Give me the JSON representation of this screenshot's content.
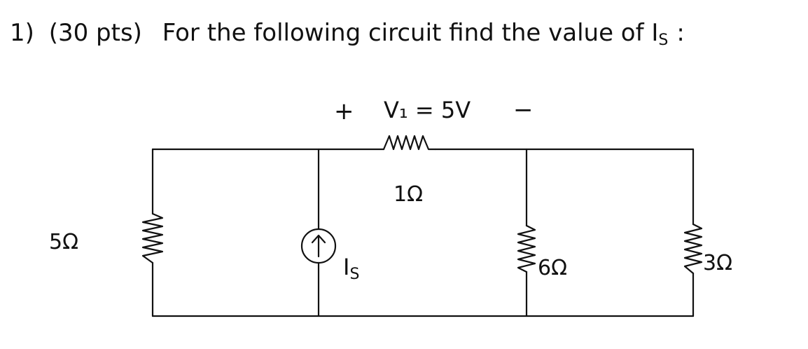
{
  "problem": {
    "number": "1)",
    "points": "(30 pts)",
    "statement": "For the following circuit find the value of I",
    "target_subscript": "S",
    "colon": ":"
  },
  "voltage_label": {
    "plus": "+",
    "text": "V₁ = 5V",
    "minus": "−"
  },
  "components": {
    "r_series": {
      "label": "1Ω"
    },
    "r_left": {
      "label": "5Ω"
    },
    "source": {
      "label": "I",
      "subscript": "S"
    },
    "r_mid": {
      "label": "6Ω"
    },
    "r_right": {
      "label": "3Ω"
    }
  },
  "colors": {
    "ink": "#111111",
    "background": "#ffffff"
  }
}
